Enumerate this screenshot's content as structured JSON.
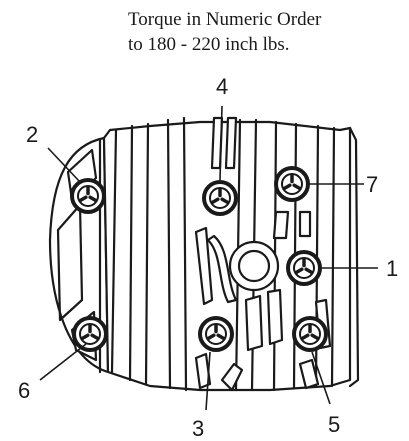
{
  "caption": {
    "line1": "Torque in Numeric Order",
    "line2": "to 180 - 220 inch lbs."
  },
  "bolts": [
    {
      "label": "1"
    },
    {
      "label": "2"
    },
    {
      "label": "3"
    },
    {
      "label": "4"
    },
    {
      "label": "5"
    },
    {
      "label": "6"
    },
    {
      "label": "7"
    }
  ],
  "colors": {
    "ink": "#1a1a1a",
    "paper": "#ffffff"
  }
}
